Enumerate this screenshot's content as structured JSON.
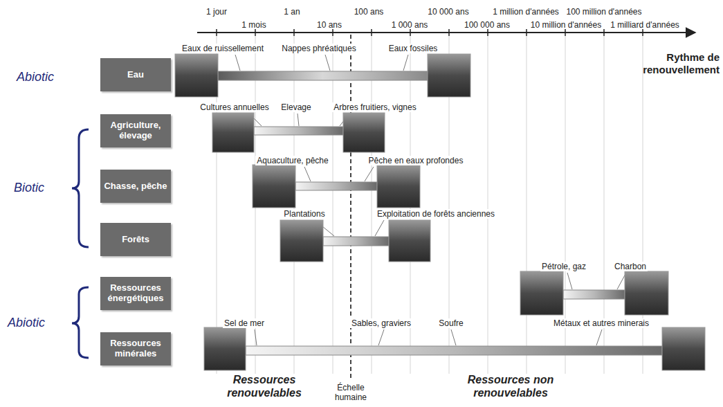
{
  "diagram": {
    "nodes": [
      {
        "text": [
          "Eau"
        ]
      },
      {
        "text": [
          "Agriculture, élevage"
        ]
      },
      {
        "text": [
          "Chasse, pêche"
        ]
      },
      {
        "text": [
          "Forêts"
        ]
      },
      {
        "text": [
          "Ressources énergétiques"
        ]
      },
      {
        "text": [
          "Ressources minérales"
        ]
      }
    ],
    "labels": [
      "1 jour",
      "1 mois",
      "1 an",
      "10 ans",
      "100 ans",
      "1 000 ans",
      "10 000 ans",
      "100 000 ans",
      "1 million d'années",
      "10 million d'années",
      "100 million d'années",
      "1 milliard d'années",
      "Rythme de renouvellement",
      "Abiotic",
      "Eaux de ruissellement",
      "Nappes phréatiques",
      "Eaux fossiles",
      "Biotic",
      "Cultures annuelles",
      "Elevage",
      "Arbres fruitiers, vignes",
      "Aquaculture, pêche",
      "Pêche en eaux profondes",
      "Plantations",
      "Exploitation de forêts anciennes",
      "Abiotic",
      "Pétrole, gaz",
      "Charbon",
      "Sel de mer",
      "Sables, graviers",
      "Soufre",
      "Métaux et autres minerais",
      "Ressources renouvelables",
      "Échelle humaine",
      "Ressources non renouvelables"
    ]
  }
}
